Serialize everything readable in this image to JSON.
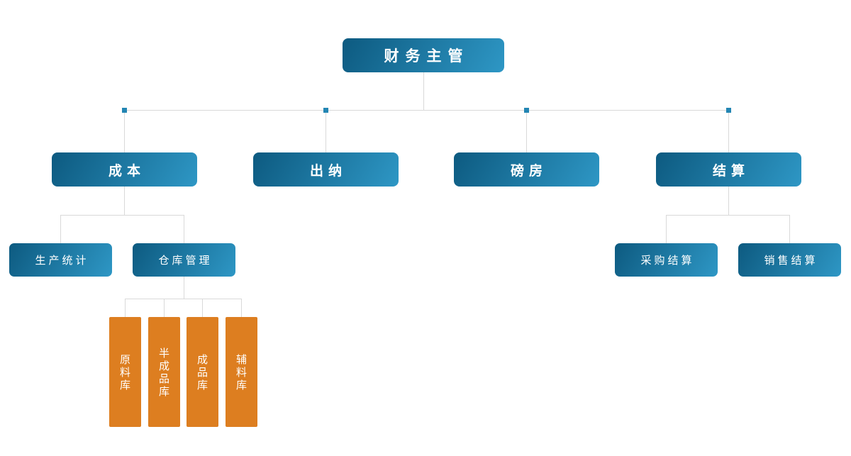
{
  "org": {
    "root": {
      "label": "财务主管"
    },
    "departments": [
      {
        "label": "成本"
      },
      {
        "label": "出纳"
      },
      {
        "label": "磅房"
      },
      {
        "label": "结算"
      }
    ],
    "cost_children": [
      {
        "label": "生产统计"
      },
      {
        "label": "仓库管理"
      }
    ],
    "warehouse_stores": [
      {
        "label": "原料库"
      },
      {
        "label": "半成品库"
      },
      {
        "label": "成品库"
      },
      {
        "label": "辅料库"
      }
    ],
    "settlement_children": [
      {
        "label": "采购结算"
      },
      {
        "label": "销售结算"
      }
    ],
    "colors": {
      "node_gradient_start": "#0d5a80",
      "node_gradient_end": "#2e97c5",
      "store_fill": "#dd7e20",
      "connector": "#d9d9d9",
      "junction_marker": "#2386b3",
      "node_text": "#ffffff",
      "background": "#ffffff"
    }
  }
}
